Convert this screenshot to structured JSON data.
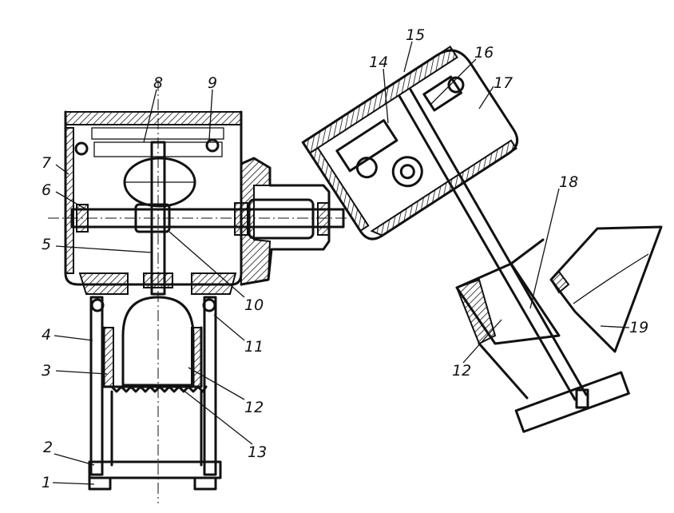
{
  "labels": {
    "l1": "1",
    "l2": "2",
    "l3": "3",
    "l4": "4",
    "l5": "5",
    "l6": "6",
    "l7": "7",
    "l8": "8",
    "l9": "9",
    "l10": "10",
    "l11": "11",
    "l12a": "12",
    "l13": "13",
    "l14": "14",
    "l15": "15",
    "l16": "16",
    "l17": "17",
    "l18": "18",
    "l12b": "12",
    "l19": "19"
  }
}
